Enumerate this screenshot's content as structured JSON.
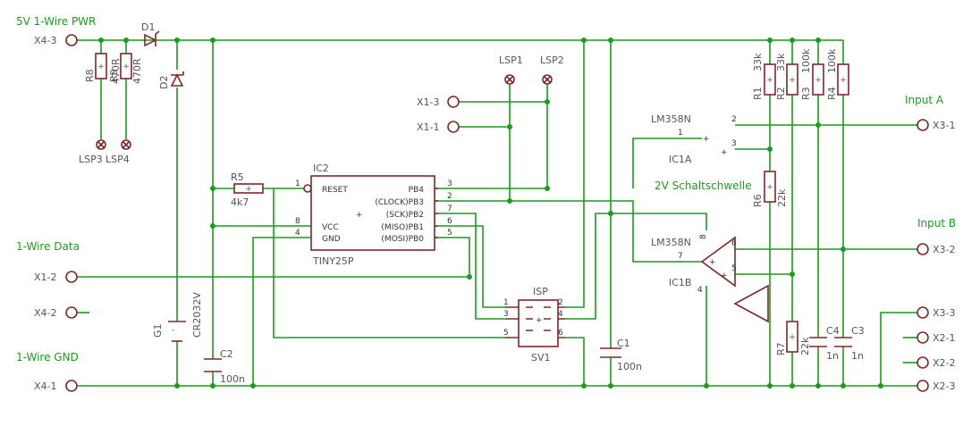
{
  "nets": {
    "pwr": "5V 1-Wire PWR",
    "data": "1-Wire Data",
    "gnd": "1-Wire GND",
    "input_a": "Input A",
    "input_b": "Input B",
    "threshold": "2V Schaltschwelle"
  },
  "connectors": {
    "x4_3": "X4-3",
    "x1_2": "X1-2",
    "x4_2": "X4-2",
    "x4_1": "X4-1",
    "x1_3": "X1-3",
    "x1_1": "X1-1",
    "x3_1": "X3-1",
    "x3_2": "X3-2",
    "x3_3": "X3-3",
    "x2_1": "X2-1",
    "x2_2": "X2-2",
    "x2_3": "X2-3"
  },
  "leds": {
    "lsp1": "LSP1",
    "lsp2": "LSP2",
    "lsp3": "LSP3",
    "lsp4": "LSP4"
  },
  "parts": {
    "d1": "D1",
    "d2": "D2",
    "r8": "R8",
    "r8_val": "470R",
    "r9": "R9",
    "r9_val": "470R",
    "r5": "R5",
    "r5_val": "4k7",
    "g1": "G1",
    "g1_val": "CR2032V",
    "c2": "C2",
    "c2_val": "100n",
    "c1": "C1",
    "c1_val": "100n",
    "c3": "C3",
    "c3_val": "1n",
    "c4": "C4",
    "c4_val": "1n",
    "r1": "R1",
    "r1_val": "33k",
    "r2": "R2",
    "r2_val": "33k",
    "r3": "R3",
    "r3_val": "100k",
    "r4": "R4",
    "r4_val": "100k",
    "r6": "R6",
    "r6_val": "22k",
    "r7": "R7",
    "r7_val": "22k",
    "ic1a_type": "LM358N",
    "ic1a": "IC1A",
    "ic1b_type": "LM358N",
    "ic1b": "IC1B",
    "ic2": "IC2",
    "ic2_type": "TINY25P",
    "isp": "ISP",
    "sv1": "SV1"
  },
  "ic2_pins": {
    "reset": "RESET",
    "vcc": "VCC",
    "gnd": "GND",
    "pb4": "PB4",
    "pb3": "(CLOCK)PB3",
    "pb2": "(SCK)PB2",
    "pb1": "(MISO)PB1",
    "pb0": "(MOSI)PB0",
    "n1": "1",
    "n8": "8",
    "n4": "4",
    "n3": "3",
    "n2": "2",
    "n7": "7",
    "n6": "6",
    "n5": "5"
  },
  "isp_pins": {
    "p1": "1",
    "p2": "2",
    "p3": "3",
    "p4": "4",
    "p5": "5",
    "p6": "6"
  },
  "opamp_pins": {
    "a1": "1",
    "a2": "2",
    "a3": "3",
    "a8": "8",
    "b7": "7",
    "b6": "6",
    "b5": "5",
    "b4": "4"
  }
}
